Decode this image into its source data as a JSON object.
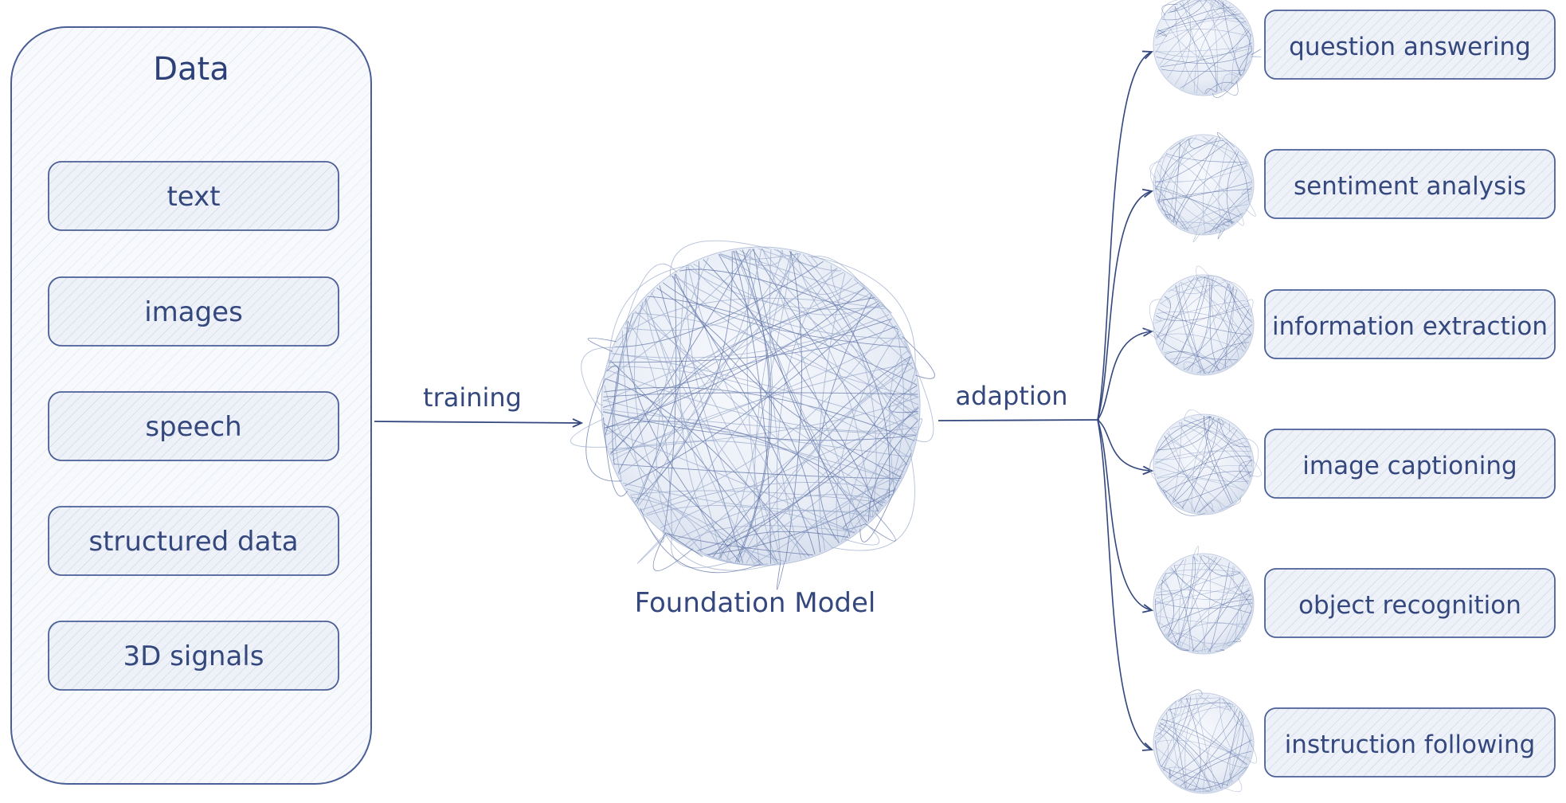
{
  "data_panel": {
    "title": "Data",
    "items": [
      "text",
      "images",
      "speech",
      "structured data",
      "3D signals"
    ]
  },
  "arrows": {
    "training": "training",
    "adaption": "adaption"
  },
  "model": {
    "label": "Foundation Model"
  },
  "tasks": [
    "question answering",
    "sentiment analysis",
    "information extraction",
    "image captioning",
    "object recognition",
    "instruction following"
  ],
  "colors": {
    "ink": "#34487e",
    "panel_fill": "#f6f8fc",
    "box_fill": "#eef2f8",
    "accent": "#5b6fa8"
  }
}
